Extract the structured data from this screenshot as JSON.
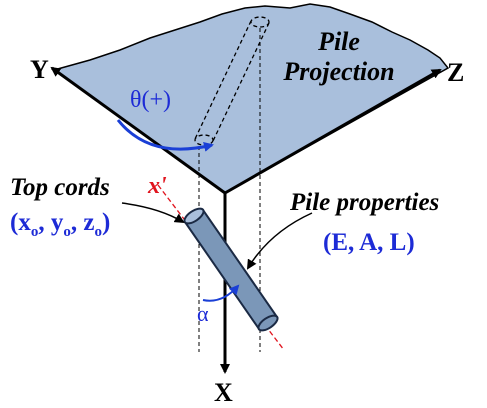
{
  "axes": {
    "x": "X",
    "y": "Y",
    "z": "Z",
    "x_prime": "x'"
  },
  "angles": {
    "theta": "θ(+)",
    "alpha": "α"
  },
  "labels": {
    "pile_projection_line1": "Pile",
    "pile_projection_line2": "Projection",
    "top_cords": "Top cords",
    "top_cords_value": "(x",
    "top_cords_sub": "o",
    "top_cords_sep1": ", y",
    "top_cords_sep2": ", z",
    "top_cords_close": ")",
    "pile_properties": "Pile properties",
    "pile_properties_value": "(E, A, L)"
  },
  "colors": {
    "ground": "#a9bfdc",
    "pile_fill": "#7b97b8",
    "blue_text": "#1d2bd6",
    "red_axis": "#e0141e",
    "angle_arc": "#1a3fd6"
  }
}
